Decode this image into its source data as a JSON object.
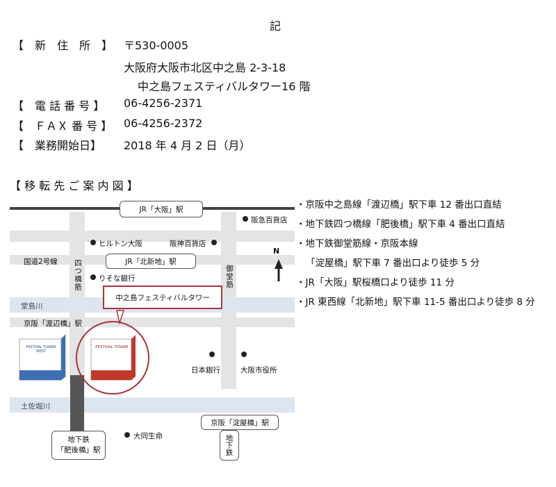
{
  "doc": {
    "title": "記",
    "info": [
      {
        "label": "【　新　住　所　】",
        "value": "〒530-0005"
      },
      {
        "label": "【　電 話 番 号 】",
        "value": "06-4256-2371"
      },
      {
        "label": "【　ＦＡＸ 番 号 】",
        "value": "06-4256-2372"
      },
      {
        "label": "【　業務開始日】",
        "value": "2018 年 4 月 2 日（月）"
      }
    ],
    "address_line2": "大阪府大阪市北区中之島 2-3-18",
    "address_line3": "中之島フェスティバルタワー16 階",
    "map_heading": "【 移 転 先 ご 案 内 図 】"
  },
  "access": [
    "・京阪中之島線「渡辺橋」駅下車 12 番出口直結",
    "・地下鉄四つ橋線「肥後橋」駅下車 4 番出口直結",
    "・地下鉄御堂筋線・京阪本線",
    "「淀屋橋」駅下車 7 番出口より徒歩 5 分",
    "・JR「大阪」駅桜橋口より徒歩 11 分",
    "・JR 東西線「北新地」駅下車 11-5 番出口より徒歩 8 分"
  ],
  "map": {
    "jr_osaka": "JR「大阪」駅",
    "hankyu": "阪急百貨店",
    "hilton": "ヒルトン大阪",
    "hanshin": "阪神百貨店",
    "route2": "国道2号線",
    "yotsubashi": "四つ橋筋",
    "kitashinchi": "JR「北新地」駅",
    "midosuji": "御堂筋",
    "resona": "りそな銀行",
    "tower_callout": "中之島フェスティバルタワー",
    "dojima": "堂島川",
    "watanabebashi": "京阪「渡辺橋」駅",
    "tower_west_logo": "FESTIVAL TOWER WEST",
    "tower_logo": "FESTIVAL TOWER",
    "boj": "日本銀行",
    "cityhall": "大阪市役所",
    "tosabori": "土佐堀川",
    "yodoyabashi": "京阪「淀屋橋」駅",
    "higobashi": "地下鉄「肥後橋」駅",
    "higobashi_l1": "地下鉄",
    "higobashi_l2": "「肥後橋」駅",
    "daido": "大同生命",
    "subway": "地下鉄",
    "north": "N",
    "colors": {
      "river": "#dde6f0",
      "road": "#e4e4e4",
      "tower_west": "#3d6fb4",
      "tower": "#c0392b",
      "rail": "#555555"
    }
  }
}
